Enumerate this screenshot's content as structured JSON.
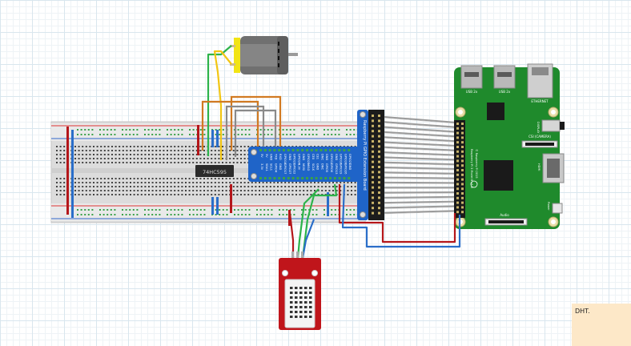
{
  "ic_label": "74HC595",
  "gpio_board_title": "Raspberry Pi GPIO Extension Board",
  "gpio_pins_left": [
    "5V",
    "5V",
    "GND",
    "TXD",
    "RXD",
    "GPIO18",
    "GND",
    "GPIO23",
    "GPIO24",
    "GND",
    "GPIO25",
    "CE0",
    "CE1",
    "DNC",
    "GND",
    "GPIO12",
    "GND",
    "GPIO16",
    "GPIO20",
    "GPIO21"
  ],
  "gpio_pins_right": [
    "3.3V",
    "SDA1",
    "SCL1",
    "GPIO4",
    "GND",
    "GPIO17",
    "GPIO27",
    "GPIO22",
    "3.3V",
    "MOSI",
    "MISO",
    "SCLK",
    "GND",
    "DNC",
    "GPIO5",
    "GPIO6",
    "GPIO13",
    "GPIO19",
    "GPIO26",
    "GND"
  ],
  "rpi_usb1": "USB 2x",
  "rpi_usb2": "USB 2x",
  "rpi_ethernet": "ETHERNET",
  "rpi_display": "DISPLAY",
  "rpi_hdmi": "HDMI",
  "rpi_audio": "Audio",
  "rpi_power": "Power",
  "rpi_camera": "CSI (CAMERA)",
  "rpi_model": "Raspberry Pi 3 Model B v1.2",
  "rpi_copyright": "© Raspberry Pi 2015",
  "note_text": "DHT.",
  "colors": {
    "breadboard": "#dcdcdc",
    "rpi_board": "#1f8a2c",
    "gpio_board": "#1f64c8",
    "dht_sensor": "#c0151b",
    "motor_body": "#707070",
    "motor_cap": "#f2e414",
    "wire_red": "#b4161a",
    "wire_blue": "#2a6ec9",
    "wire_green": "#2db34a",
    "wire_orange": "#d17a22",
    "wire_yellow": "#f2c613",
    "wire_gray": "#8a8a8a",
    "ribbon": "#9a9a9a",
    "note_bg": "#fde8c8"
  }
}
